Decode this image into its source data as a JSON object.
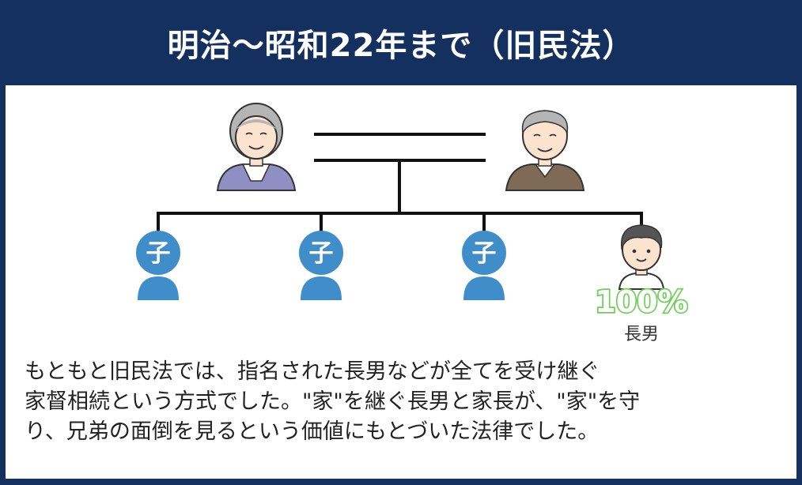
{
  "title": "明治〜昭和22年まで（旧民法）",
  "diagram": {
    "child_badge": "子",
    "heir_share": "100%",
    "heir_label": "長男"
  },
  "description": {
    "line1": "もともと旧民法では、指名された長男などが全てを受け継ぐ",
    "line2": "家督相続という方式でした。\"家\"を継ぐ長男と家長が、\"家\"を守",
    "line3": "り、兄弟の面倒を見るという価値にもとづいた法律でした。"
  },
  "colors": {
    "header_bg": "#13305f",
    "child_blue": "#3f8ec9",
    "heir_green": "#6fcf5a",
    "grandma_purple": "#8f8fc4",
    "grandpa_brown": "#7f6a55"
  }
}
